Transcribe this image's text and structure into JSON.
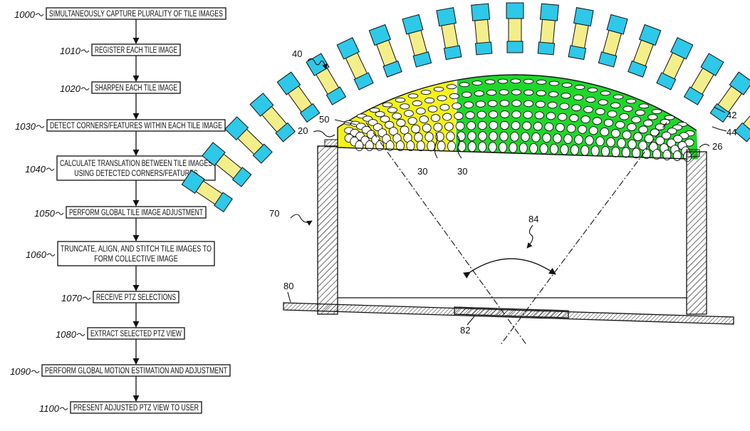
{
  "flowchart": {
    "steps": [
      {
        "ref": "1000",
        "text": [
          "SIMULTANEOUSLY CAPTURE PLURALITY OF TILE IMAGES"
        ]
      },
      {
        "ref": "1010",
        "text": [
          "REGISTER EACH TILE IMAGE"
        ]
      },
      {
        "ref": "1020",
        "text": [
          "SHARPEN EACH TILE IMAGE"
        ]
      },
      {
        "ref": "1030",
        "text": [
          "DETECT CORNERS/FEATURES WITHIN EACH TILE IMAGE"
        ]
      },
      {
        "ref": "1040",
        "text": [
          "CALCULATE TRANSLATION BETWEEN TILE IMAGES",
          "USING DETECTED CORNERS/FEATURES"
        ]
      },
      {
        "ref": "1050",
        "text": [
          "PERFORM GLOBAL TILE IMAGE ADJUSTMENT"
        ]
      },
      {
        "ref": "1060",
        "text": [
          "TRUNCATE, ALIGN, AND STITCH TILE IMAGES TO",
          "FORM COLLECTIVE IMAGE"
        ]
      },
      {
        "ref": "1070",
        "text": [
          "RECEIVE PTZ SELECTIONS"
        ]
      },
      {
        "ref": "1080",
        "text": [
          "EXTRACT SELECTED PTZ VIEW"
        ]
      },
      {
        "ref": "1090",
        "text": [
          "PERFORM GLOBAL MOTION ESTIMATION AND ADJUSTMENT"
        ]
      },
      {
        "ref": "1100",
        "text": [
          "PRESENT ADJUSTED PTZ VIEW TO USER"
        ]
      }
    ]
  },
  "device": {
    "labels": {
      "array": "40",
      "sensor_outer": "42",
      "sensor_inner": "44",
      "dome": "50",
      "left_edge": "20",
      "right_edge": "26",
      "aperture_a": "30",
      "aperture_b": "30",
      "housing": "70",
      "angle": "84",
      "base": "80",
      "window": "82"
    },
    "colors": {
      "sensor_outer": "#2ec8e8",
      "sensor_inner": "#f4ee8a",
      "dome_yellow": "#f2f21a",
      "dome_green": "#1fd82a",
      "ink": "#111111"
    }
  }
}
